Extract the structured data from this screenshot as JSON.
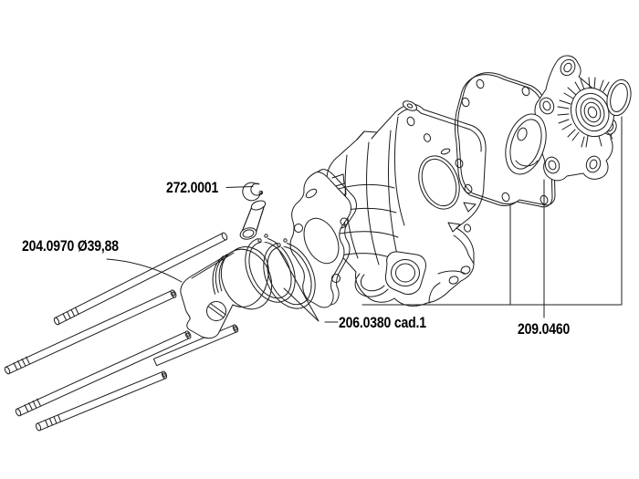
{
  "diagram": {
    "type": "exploded-parts-drawing",
    "background_color": "#ffffff",
    "line_color": "#1b1b1b",
    "labels": [
      {
        "id": "272-0001",
        "text": "272.0001",
        "points_to": "circlip-and-wrist-pin"
      },
      {
        "id": "204-0970",
        "text": "204.0970 Ø39,88",
        "points_to": "piston"
      },
      {
        "id": "206-0380",
        "text": "206.0380 cad.1",
        "points_to": "piston-rings-and-base-gasket"
      },
      {
        "id": "209-0460",
        "text": "209.0460",
        "points_to": "head-gasket-seal-and-o-ring"
      }
    ]
  }
}
